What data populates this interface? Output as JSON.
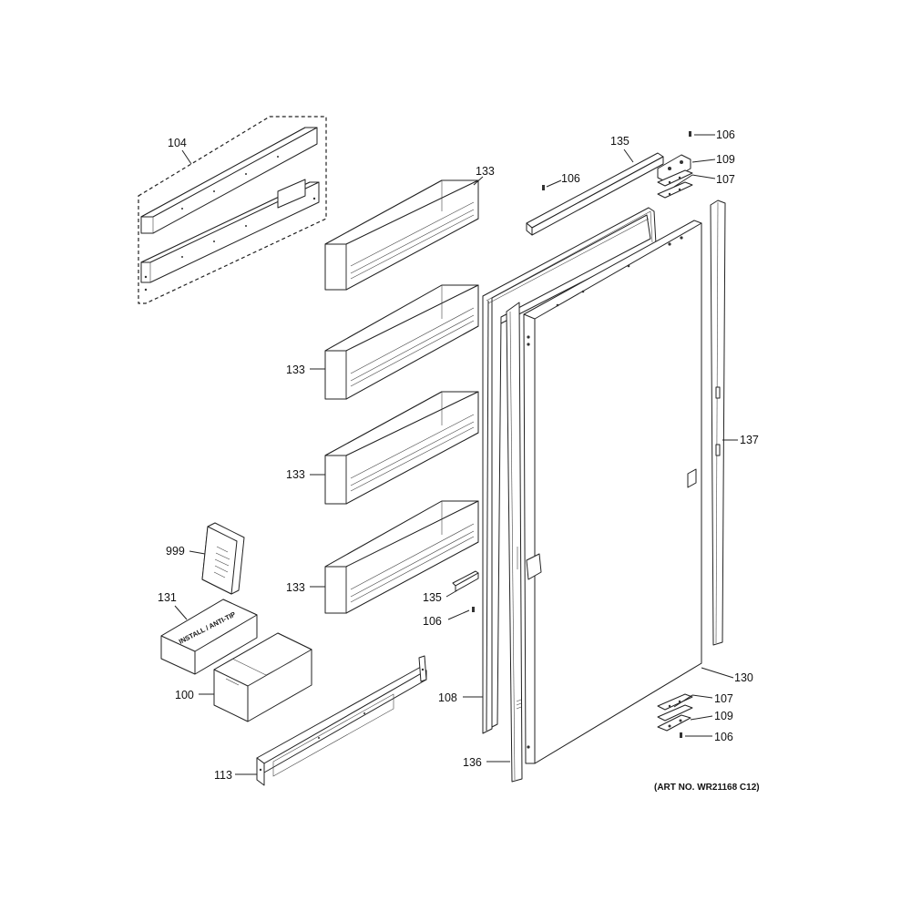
{
  "callouts": {
    "p104": "104",
    "p133a": "133",
    "p133b": "133",
    "p133c": "133",
    "p133d": "133",
    "p999": "999",
    "p131": "131",
    "p100": "100",
    "p113": "113",
    "p135a": "135",
    "p106a": "106",
    "p106b": "106",
    "p109a": "109",
    "p107a": "107",
    "p137": "137",
    "p135b": "135",
    "p106c": "106",
    "p108": "108",
    "p136": "136",
    "p130": "130",
    "p107b": "107",
    "p109b": "109",
    "p106d": "106"
  },
  "box_text": "INSTALL / ANTI-TIP",
  "art_number": "(ART NO. WR21168 C12)"
}
